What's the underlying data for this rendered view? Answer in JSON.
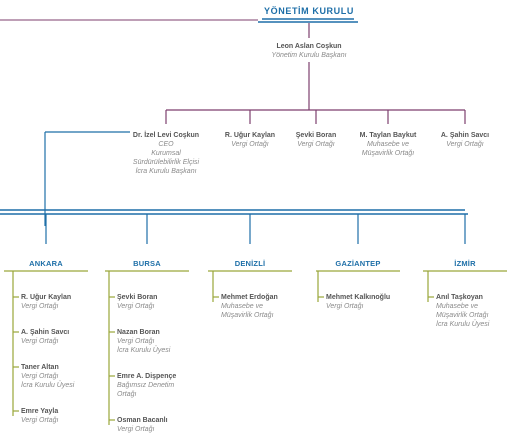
{
  "board": {
    "title": "YÖNETİM KURULU"
  },
  "chair": {
    "name": "Leon Aslan Coşkun",
    "role": "Yönetim Kurulu Başkanı"
  },
  "partners": [
    {
      "name": "Dr. İzel Levi Coşkun",
      "roles": [
        "CEO",
        "Kurumsal",
        "Sürdürülebilirlik Elçisi",
        "İcra Kurulu Başkanı"
      ]
    },
    {
      "name": "R. Uğur Kaylan",
      "roles": [
        "Vergi Ortağı"
      ]
    },
    {
      "name": "Şevki Boran",
      "roles": [
        "Vergi Ortağı"
      ]
    },
    {
      "name": "M. Taylan Baykut",
      "roles": [
        "Muhasebe ve",
        "Müşavirlik Ortağı"
      ]
    },
    {
      "name": "A. Şahin Savcı",
      "roles": [
        "Vergi Ortağı"
      ]
    }
  ],
  "offices": [
    {
      "name": "ANKARA",
      "members": [
        {
          "name": "R. Uğur Kaylan",
          "roles": [
            "Vergi Ortağı"
          ]
        },
        {
          "name": "A. Şahin Savcı",
          "roles": [
            "Vergi Ortağı"
          ]
        },
        {
          "name": "Taner Altan",
          "roles": [
            "Vergi Ortağı",
            "İcra Kurulu Üyesi"
          ]
        },
        {
          "name": "Emre Yayla",
          "roles": [
            "Vergi Ortağı"
          ]
        }
      ]
    },
    {
      "name": "BURSA",
      "members": [
        {
          "name": "Şevki Boran",
          "roles": [
            "Vergi Ortağı"
          ]
        },
        {
          "name": "Nazan Boran",
          "roles": [
            "Vergi Ortağı",
            "İcra Kurulu Üyesi"
          ]
        },
        {
          "name": "Emre A. Dişpençe",
          "roles": [
            "Bağımsız Denetim",
            "Ortağı"
          ]
        },
        {
          "name": "Osman Bacanlı",
          "roles": [
            "Vergi Ortağı"
          ]
        }
      ]
    },
    {
      "name": "DENİZLİ",
      "members": [
        {
          "name": "Mehmet Erdoğan",
          "roles": [
            "Muhasebe ve",
            "Müşavirlik Ortağı"
          ]
        }
      ]
    },
    {
      "name": "GAZİANTEP",
      "members": [
        {
          "name": "Mehmet Kalkınoğlu",
          "roles": [
            "Vergi Ortağı"
          ]
        }
      ]
    },
    {
      "name": "İZMİR",
      "members": [
        {
          "name": "Anıl Taşkoyan",
          "roles": [
            "Muhasebe ve",
            "Müşavirlik Ortağı",
            "İcra Kurulu Üyesi"
          ]
        }
      ]
    }
  ],
  "colors": {
    "blue": "#1e6fa8",
    "purple": "#7d3f6e",
    "green": "#9aa63a",
    "text": "#6f6f6f"
  }
}
